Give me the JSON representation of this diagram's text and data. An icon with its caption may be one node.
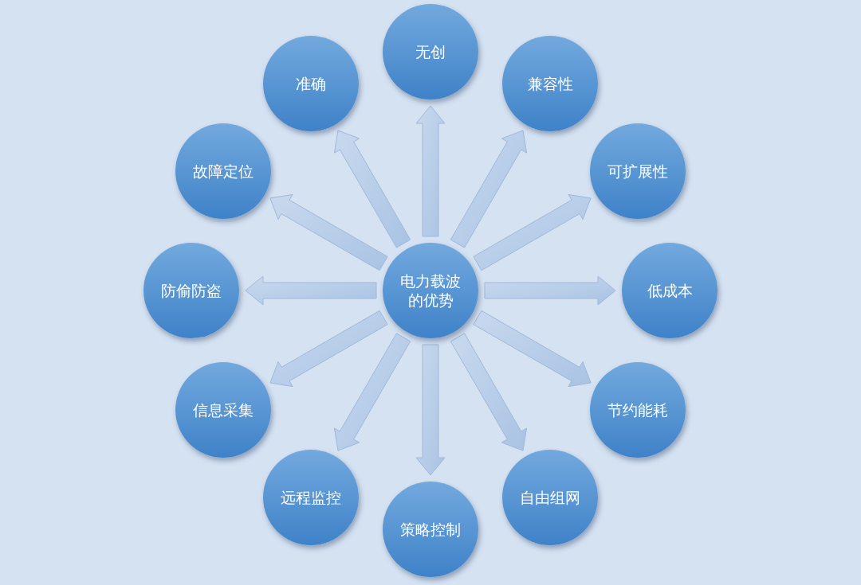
{
  "diagram": {
    "nodes": [
      {
        "text": [
          "电力载波的优势"
        ]
      },
      {
        "text": [
          "无创"
        ]
      },
      {
        "text": [
          "兼容性"
        ]
      },
      {
        "text": [
          "可扩展性"
        ]
      },
      {
        "text": [
          "低成本"
        ]
      },
      {
        "text": [
          "节约能耗"
        ]
      },
      {
        "text": [
          "自由组网"
        ]
      },
      {
        "text": [
          "策略控制"
        ]
      },
      {
        "text": [
          "远程监控"
        ]
      },
      {
        "text": [
          "信息采集"
        ]
      },
      {
        "text": [
          "防偷防盗"
        ]
      },
      {
        "text": [
          "故障定位"
        ]
      },
      {
        "text": [
          "准确"
        ]
      }
    ],
    "edges": [
      {
        "from": 0,
        "to": 1,
        "arrow": "to"
      },
      {
        "from": 0,
        "to": 2,
        "arrow": "to"
      },
      {
        "from": 0,
        "to": 3,
        "arrow": "to"
      },
      {
        "from": 0,
        "to": 4,
        "arrow": "to"
      },
      {
        "from": 0,
        "to": 5,
        "arrow": "to"
      },
      {
        "from": 0,
        "to": 6,
        "arrow": "to"
      },
      {
        "from": 0,
        "to": 7,
        "arrow": "to"
      },
      {
        "from": 0,
        "to": 8,
        "arrow": "to"
      },
      {
        "from": 0,
        "to": 9,
        "arrow": "to"
      },
      {
        "from": 0,
        "to": 10,
        "arrow": "to"
      },
      {
        "from": 0,
        "to": 11,
        "arrow": "to"
      },
      {
        "from": 0,
        "to": 12,
        "arrow": "to"
      }
    ]
  }
}
